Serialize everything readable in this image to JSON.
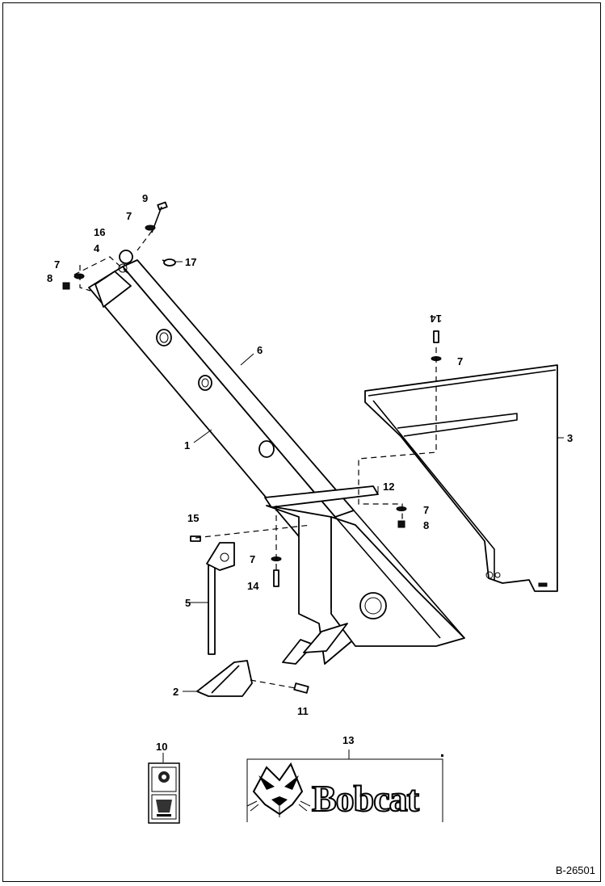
{
  "figure_id": "B-26501",
  "brand_text": "Bobcat",
  "callouts": [
    {
      "id": "c1",
      "label": "1"
    },
    {
      "id": "c2",
      "label": "2"
    },
    {
      "id": "c3",
      "label": "3"
    },
    {
      "id": "c4",
      "label": "4"
    },
    {
      "id": "c5",
      "label": "5"
    },
    {
      "id": "c6",
      "label": "6"
    },
    {
      "id": "c7a",
      "label": "7"
    },
    {
      "id": "c7b",
      "label": "7"
    },
    {
      "id": "c7c",
      "label": "7"
    },
    {
      "id": "c7d",
      "label": "7"
    },
    {
      "id": "c7e",
      "label": "7"
    },
    {
      "id": "c8a",
      "label": "8"
    },
    {
      "id": "c8b",
      "label": "8"
    },
    {
      "id": "c9",
      "label": "9"
    },
    {
      "id": "c10",
      "label": "10"
    },
    {
      "id": "c11",
      "label": "11"
    },
    {
      "id": "c12",
      "label": "12"
    },
    {
      "id": "c13",
      "label": "13"
    },
    {
      "id": "c14a",
      "label": "14"
    },
    {
      "id": "c14b",
      "label": "14"
    },
    {
      "id": "c15",
      "label": "15"
    },
    {
      "id": "c16",
      "label": "16"
    },
    {
      "id": "c17",
      "label": "17"
    }
  ]
}
